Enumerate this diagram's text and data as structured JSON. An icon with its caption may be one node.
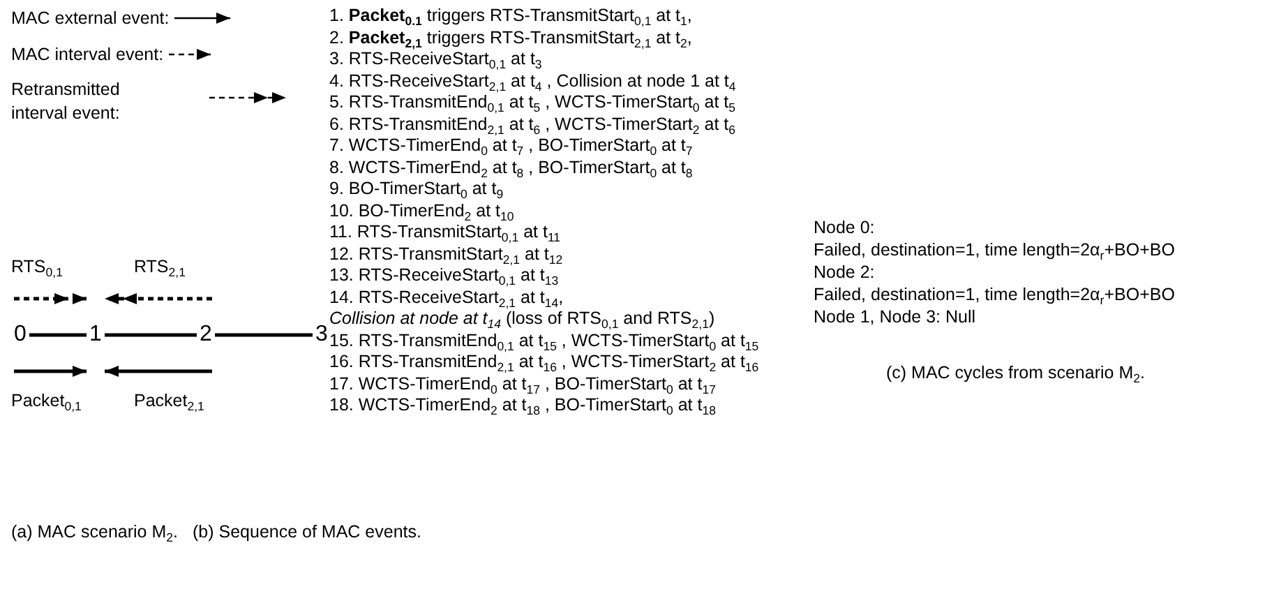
{
  "diagram": {
    "nodes": [
      {
        "text": [
          "0"
        ]
      },
      {
        "text": [
          "1"
        ]
      },
      {
        "text": [
          "2"
        ]
      },
      {
        "text": [
          "3"
        ]
      }
    ],
    "edges": [
      {
        "from": 0,
        "to": 1,
        "arrow": "none"
      },
      {
        "from": 1,
        "to": 2,
        "arrow": "none"
      },
      {
        "from": 2,
        "to": 3,
        "arrow": "none"
      },
      {
        "from": 0,
        "to": 1,
        "arrow": "to",
        "style": "dashed",
        "label": "RTS$_{0,1}$"
      },
      {
        "from": 2,
        "to": 1,
        "arrow": "to",
        "style": "dashed",
        "label": "RTS$_{2,1}$"
      },
      {
        "from": 0,
        "to": 1,
        "arrow": "to",
        "label": "Packet$_{0,1}$"
      },
      {
        "from": 2,
        "to": 1,
        "arrow": "to",
        "label": "Packet$_{2,1}$"
      }
    ],
    "labels": [
      "1. **Packet$_{0.1}$** triggers RTS-TransmitStart$_{0,1}$ at t$_{1}$,",
      "2. **Packet$_{2,1}$** triggers RTS-TransmitStart$_{2,1}$ at t$_{2}$,",
      "3. RTS-ReceiveStart$_{0,1}$ at t$_{3}$",
      "4. RTS-ReceiveStart$_{2,1}$ at t$_{4}$ , Collision at node 1 at t$_{4}$",
      "5. RTS-TransmitEnd$_{0,1}$ at t$_{5}$ , WCTS-TimerStart$_{0}$ at t$_{5}$",
      "6. RTS-TransmitEnd$_{2,1}$ at t$_{6}$ , WCTS-TimerStart$_{2}$ at t$_{6}$",
      "7. WCTS-TimerEnd$_{0}$ at t$_{7}$ , BO-TimerStart$_{0}$ at t$_{7}$",
      "8. WCTS-TimerEnd$_{2}$ at t$_{8}$ , BO-TimerStart$_{0}$ at t$_{8}$",
      "9. BO-TimerStart$_{0}$ at t$_{9}$",
      "10. BO-TimerEnd$_{2}$ at t$_{10}$",
      "11. RTS-TransmitStart$_{0,1}$ at t$_{11}$",
      "12. RTS-TransmitStart$_{2,1}$ at t$_{12}$",
      "13. RTS-ReceiveStart$_{0,1}$ at t$_{13}$",
      "14. RTS-ReceiveStart$_{2,1}$ at t$_{14}$,",
      "*Collision at node at t$_{14}$* (loss of RTS$_{0,1}$ and RTS$_{2,1}$)",
      "15. RTS-TransmitEnd$_{0,1}$ at t$_{15}$ , WCTS-TimerStart$_{0}$ at t$_{15}$",
      "16. RTS-TransmitEnd$_{2,1}$ at t$_{16}$ , WCTS-TimerStart$_{2}$ at t$_{16}$",
      "17. WCTS-TimerEnd$_{0}$ at t$_{17}$ , BO-TimerStart$_{0}$ at t$_{17}$",
      "18. WCTS-TimerEnd$_{2}$ at t$_{18}$ , BO-TimerStart$_{0}$ at t$_{18}$",
      "Node 0:",
      "Failed, destination=1, time length=2α$_{r}$+BO+BO",
      "Node 2:",
      "Failed, destination=1, time length=2α$_{r}$+BO+BO",
      "Node 1, Node 3: Null",
      "(c) MAC cycles from scenario M$_{2}$.",
      "(a) MAC scenario M$_{2}$.",
      "(b) Sequence of MAC events."
    ],
    "legend": [
      {
        "text": "MAC external event:"
      },
      {
        "text": "MAC interval event:"
      },
      {
        "text": "Retransmitted interval event:"
      }
    ]
  }
}
